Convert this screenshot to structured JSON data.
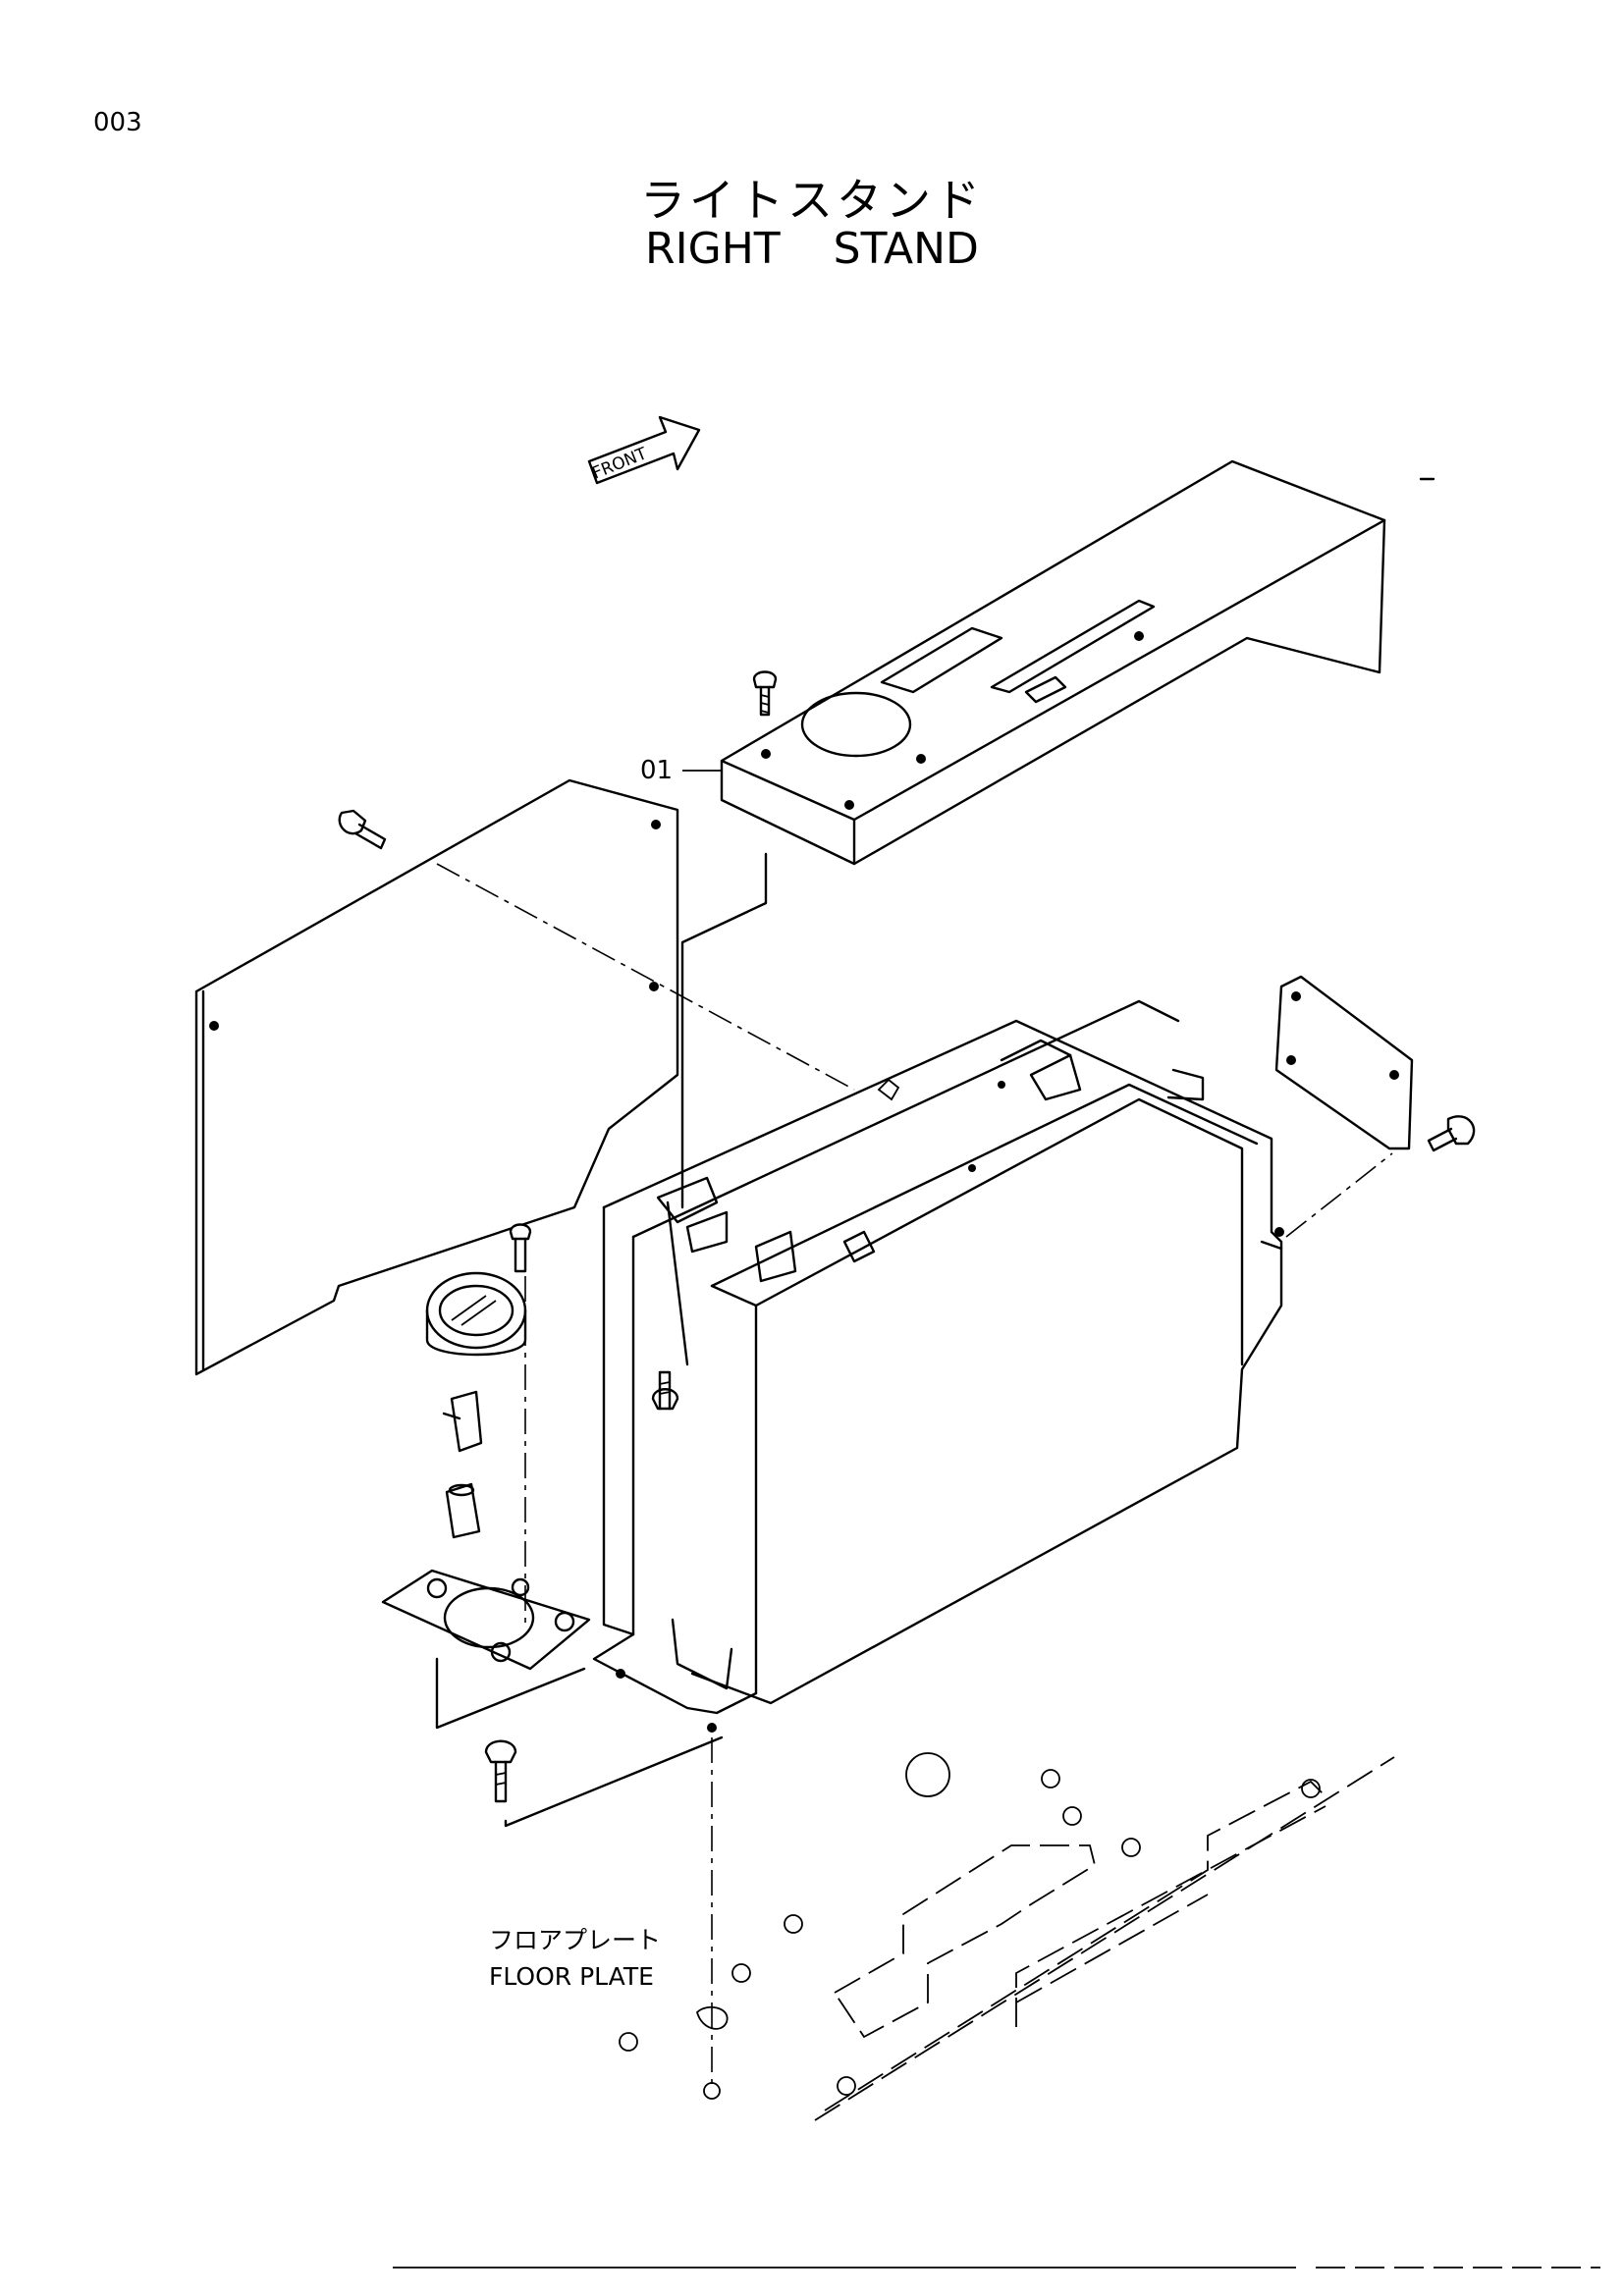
{
  "page": {
    "number": "003",
    "title_jp": "ライトスタンド",
    "title_en": "RIGHT STAND"
  },
  "callouts": {
    "part_01": "01",
    "front_arrow": "FRONT"
  },
  "labels": {
    "floor_plate_jp": "フロアプレート",
    "floor_plate_en": "FLOOR PLATE"
  }
}
